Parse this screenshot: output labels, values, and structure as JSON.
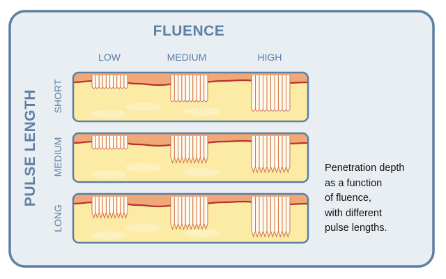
{
  "figure": {
    "title": "FLUENCE",
    "y_axis_title": "PULSE LENGTH",
    "columns": [
      "LOW",
      "MEDIUM",
      "HIGH"
    ],
    "rows": [
      {
        "label": "SHORT",
        "pulse_widths": [
          "narrow",
          "narrow",
          "narrow"
        ],
        "depths": [
          0.25,
          0.6,
          0.85
        ],
        "tips": [
          "blunt",
          "blunt",
          "blunt"
        ]
      },
      {
        "label": "MEDIUM",
        "pulse_widths": [
          "narrow",
          "narrow",
          "narrow"
        ],
        "depths": [
          0.25,
          0.6,
          0.85
        ],
        "tips": [
          "blunt",
          "pointed",
          "pointed"
        ]
      },
      {
        "label": "LONG",
        "pulse_widths": [
          "narrow",
          "narrow",
          "narrow"
        ],
        "depths": [
          0.45,
          0.75,
          0.95
        ],
        "tips": [
          "pointed",
          "pointed",
          "pointed"
        ]
      }
    ],
    "caption_lines": [
      "Penetration depth",
      "as a function",
      "of fluence,",
      "with different",
      "pulse lengths."
    ],
    "colors": {
      "frame_border": "#5d7fa3",
      "frame_fill": "#e9eef3",
      "label_text": "#5d7fa3",
      "epidermis": "#f0a878",
      "dermis": "#fbeba4",
      "basal_line": "#b8322c",
      "beam_stroke": "#d2703c",
      "beam_fill": "#fffaf0"
    }
  }
}
